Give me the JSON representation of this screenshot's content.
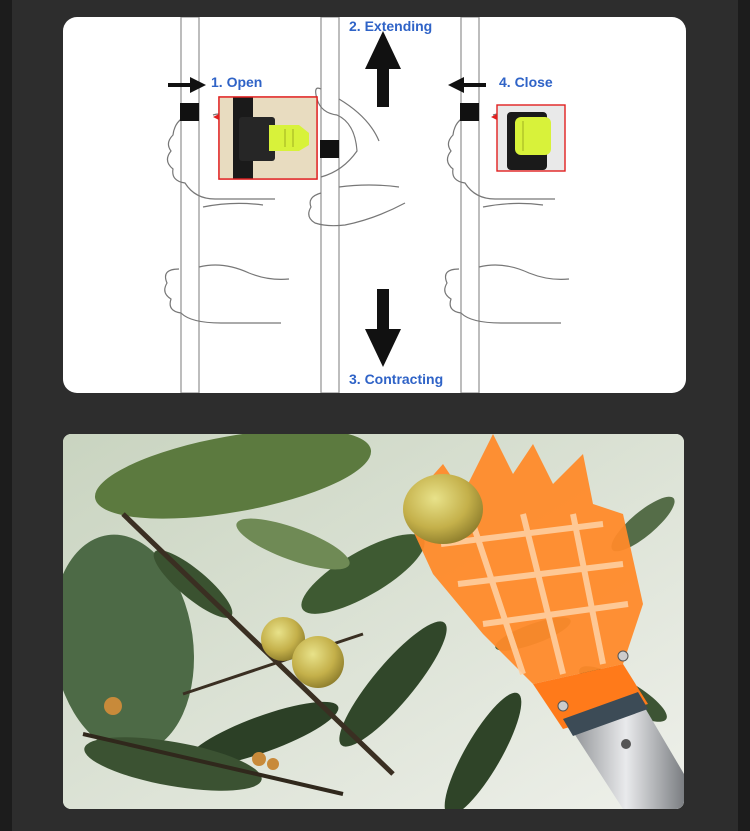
{
  "instructions": {
    "step_open": "1. Open",
    "step_extending": "2. Extending",
    "step_contracting": "3. Contracting",
    "step_close": "4. Close"
  },
  "colors": {
    "label_blue": "#2f63c7",
    "clip_yellow": "#d8f23a",
    "callout_red": "#e02020",
    "picker_orange": "#ff8a2a",
    "background_dark": "#2d2d2d"
  },
  "icons": {
    "arrow_right": "arrow-right-icon",
    "arrow_left": "arrow-left-icon",
    "arrow_up": "arrow-up-icon",
    "arrow_down": "arrow-down-icon"
  }
}
